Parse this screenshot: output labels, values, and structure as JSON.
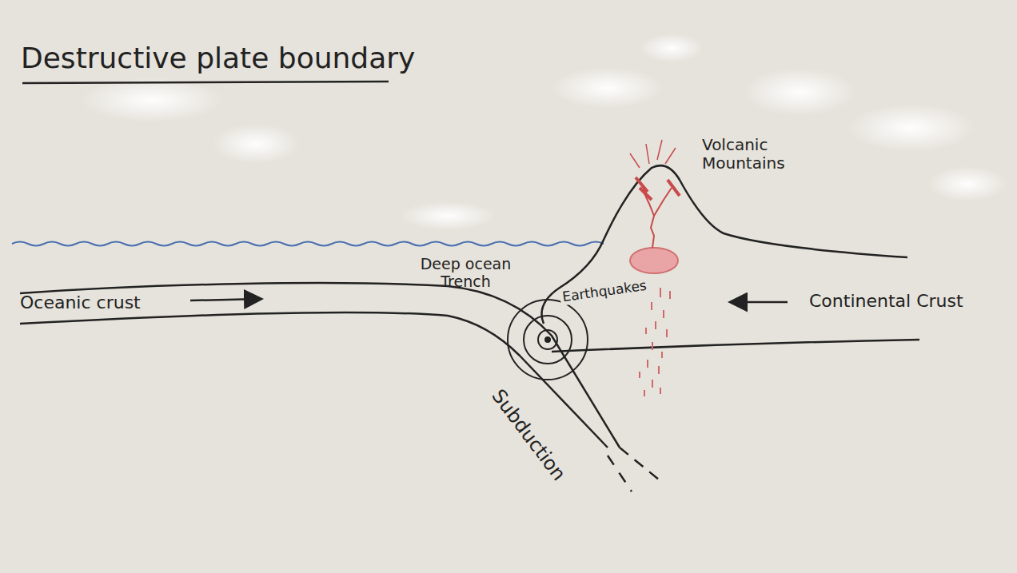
{
  "diagram": {
    "title": "Destructive plate boundary",
    "labels": [
      "Volcanic Mountains",
      "Deep ocean Trench",
      "Earthquakes",
      "Oceanic crust",
      "Continental Crust",
      "Subduction"
    ]
  }
}
